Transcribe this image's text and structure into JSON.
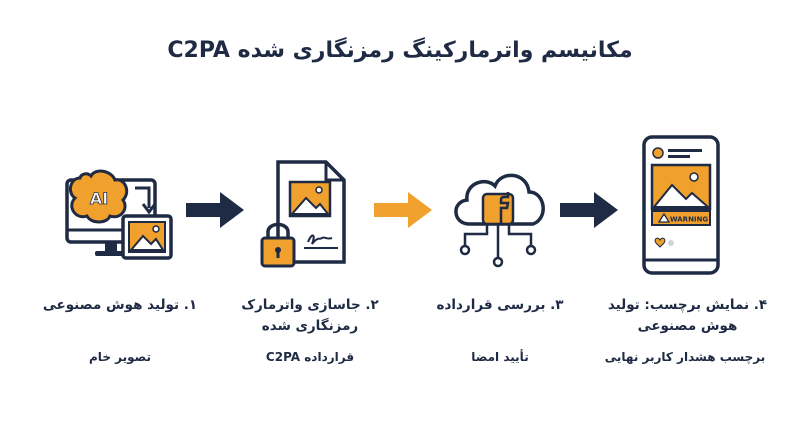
{
  "title": "مکانیسم واترمارکینگ رمزنگاری شده C2PA",
  "colors": {
    "navy": "#1f2a44",
    "orange": "#f0a02c",
    "white": "#ffffff"
  },
  "steps": [
    {
      "label": "۱. تولید هوش مصنوعی",
      "sub": "تصویر خام",
      "icon": "ai-brain-monitor-icon"
    },
    {
      "label": "۲. جاسازی واترمارک رمزنگاری شده",
      "sub": "قرارداده C2PA",
      "icon": "signed-document-lock-icon"
    },
    {
      "label": "۳. بررسی قرارداده",
      "sub": "تأیید امضا",
      "icon": "cloud-facebook-icon"
    },
    {
      "label": "۴. نمایش برچسب: تولید هوش مصنوعی",
      "sub": "برچسب هشدار کاربر نهایی",
      "icon": "phone-warning-icon"
    }
  ],
  "icon_texts": {
    "ai": "AI",
    "warning": "WARNING"
  },
  "arrows": [
    {
      "color": "navy",
      "icon": "arrow-right-icon"
    },
    {
      "color": "orange",
      "icon": "arrow-right-icon"
    },
    {
      "color": "navy",
      "icon": "arrow-right-icon"
    }
  ]
}
